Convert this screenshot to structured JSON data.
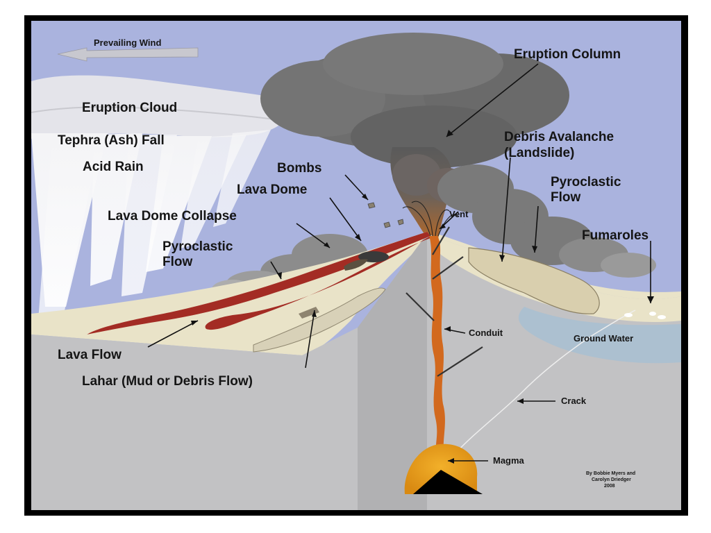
{
  "labels": {
    "prevailing_wind": "Prevailing Wind",
    "eruption_column": "Eruption Column",
    "eruption_cloud": "Eruption Cloud",
    "tephra_fall": "Tephra (Ash) Fall",
    "acid_rain": "Acid Rain",
    "bombs": "Bombs",
    "debris_avalanche_1": "Debris Avalanche",
    "debris_avalanche_2": "(Landslide)",
    "lava_dome": "Lava Dome",
    "pyroclastic_flow_right_1": "Pyroclastic",
    "pyroclastic_flow_right_2": "Flow",
    "lava_dome_collapse": "Lava Dome Collapse",
    "vent": "Vent",
    "fumaroles": "Fumaroles",
    "pyroclastic_flow_left_1": "Pyroclastic",
    "pyroclastic_flow_left_2": "Flow",
    "conduit": "Conduit",
    "ground_water": "Ground Water",
    "lava_flow": "Lava Flow",
    "lahar": "Lahar (Mud or Debris Flow)",
    "crack": "Crack",
    "magma": "Magma",
    "credit_1": "By Bobbie Myers and",
    "credit_2": "Carolyn Driedger",
    "credit_3": "2008"
  },
  "colors": {
    "sky": "#aab3de",
    "ash_cloud": "#6b6b6b",
    "ground_block": "#c2c2c4",
    "surface": "#e9e3c8",
    "lava": "#a32c24",
    "magma": "#e29a1b",
    "conduit": "#d2691e",
    "ground_water": "#a8bfd2"
  }
}
